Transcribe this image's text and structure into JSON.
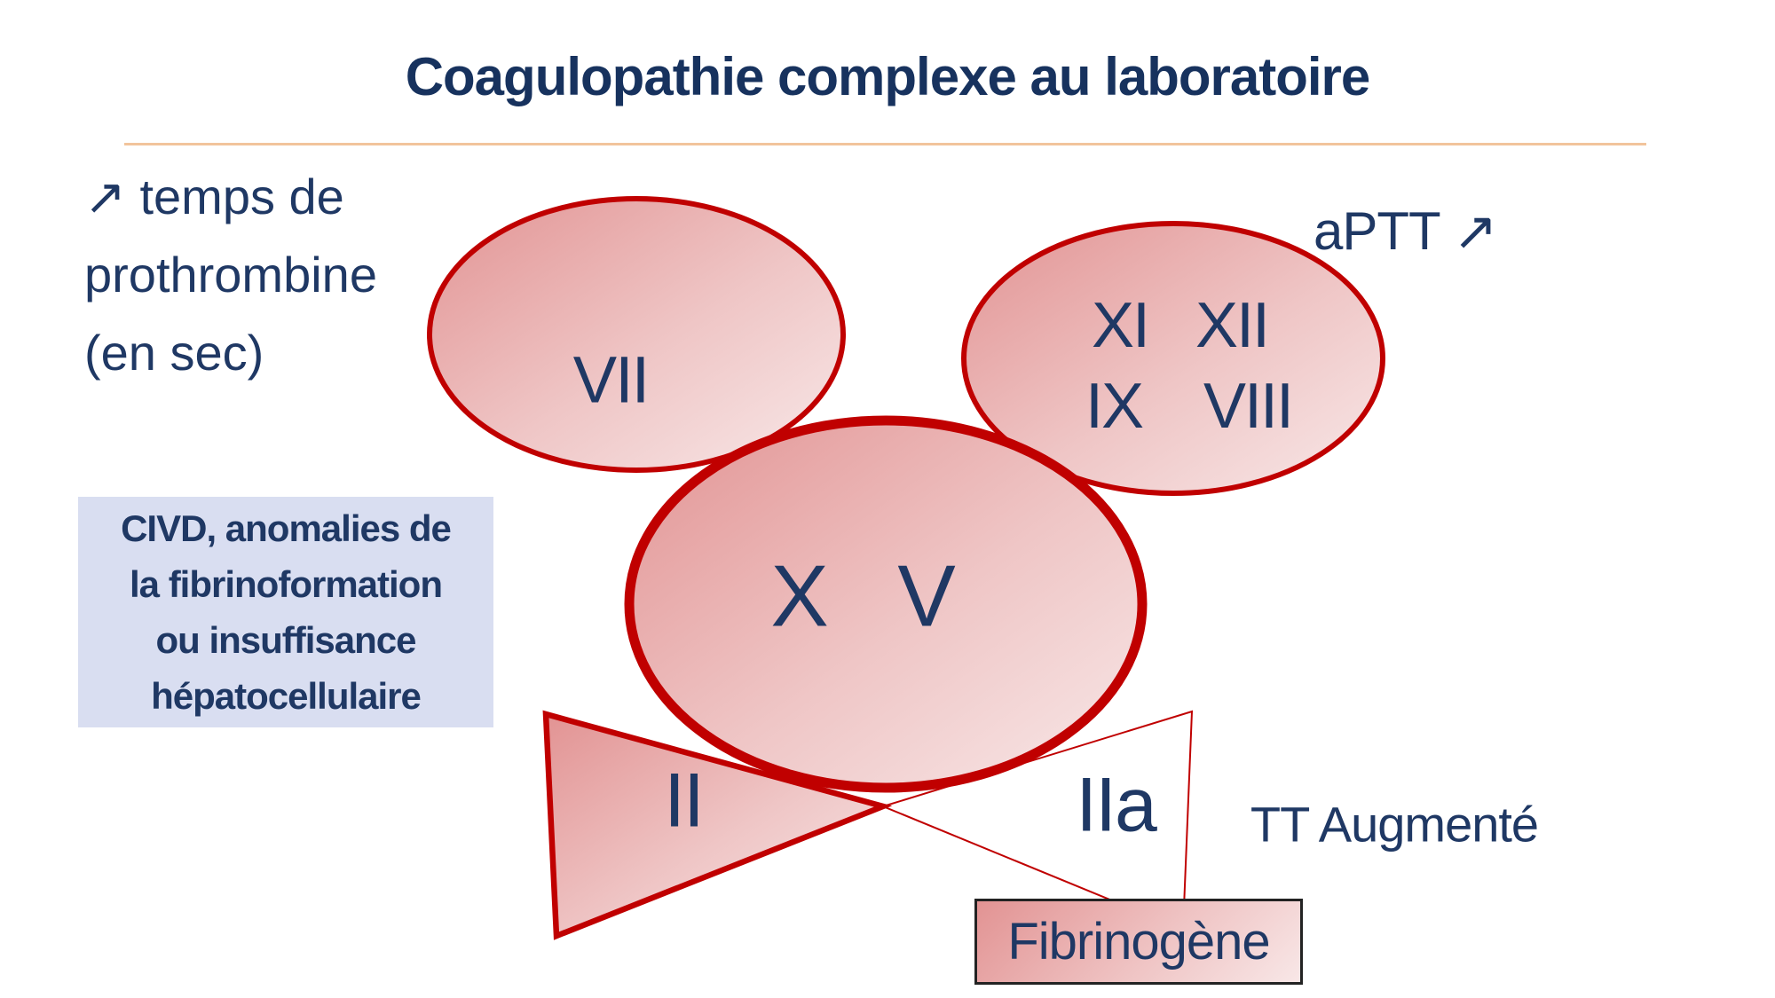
{
  "title": "Coagulopathie complexe au laboratoire",
  "colors": {
    "navy_text": "#1f3864",
    "red_stroke": "#c00000",
    "pink_gradient_start": "#e29393",
    "pink_gradient_end": "#f8e8e8",
    "title_underline": "#f2c49c",
    "civd_box_bg": "#d9def1",
    "fibrinogen_border": "#232323"
  },
  "prothrombin_time_note": {
    "lines": [
      "↗ temps de",
      "prothrombine",
      "(en sec)"
    ]
  },
  "aptt_label": "aPTT ↗",
  "civd_box": {
    "lines": [
      "CIVD, anomalies de",
      "la fibrinoformation",
      "ou insuffisance",
      "hépatocellulaire"
    ]
  },
  "ellipses": {
    "extrinsic": {
      "factor": "VII"
    },
    "intrinsic": {
      "factors_row1": [
        "XI",
        "XII"
      ],
      "factors_row2": [
        "IX",
        "VIII"
      ]
    },
    "common": {
      "factors": [
        "X",
        "V"
      ]
    }
  },
  "triangles": {
    "prothrombin": "II",
    "thrombin": "IIa"
  },
  "tt_label": "TT Augmenté",
  "fibrinogen_label": "Fibrinogène"
}
